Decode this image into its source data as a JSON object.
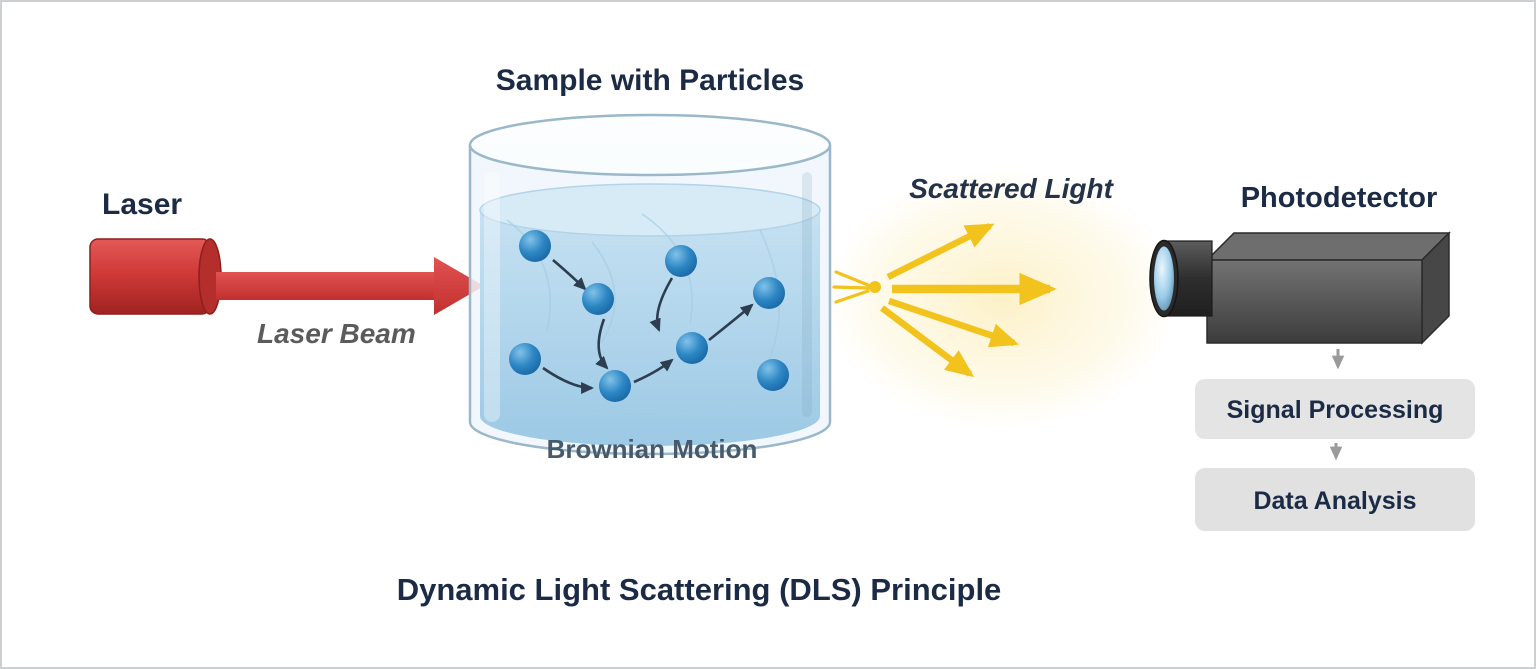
{
  "diagram_title": "Dynamic Light Scattering (DLS) Principle",
  "laser": {
    "label": "Laser",
    "beam_label": "Laser Beam"
  },
  "sample": {
    "label": "Sample with Particles",
    "motion_label": "Brownian Motion"
  },
  "scattered_light": {
    "label": "Scattered Light"
  },
  "photodetector": {
    "label": "Photodetector"
  },
  "flow": {
    "signal_processing_label": "Signal Processing",
    "data_analysis_label": "Data Analysis"
  },
  "colors": {
    "laser_red": "#cf3a38",
    "beam_red": "#d94343",
    "particle_blue": "#1f78b8",
    "liquid_blue": "#a9cfe8",
    "scattered_yellow": "#f2c21d",
    "detector_gray": "#4a4a4a",
    "lens_blue": "#9ccdea",
    "process_box_gray": "#e4e4e4",
    "text_navy": "#1c2b45",
    "text_gray": "#5b5b5b"
  }
}
